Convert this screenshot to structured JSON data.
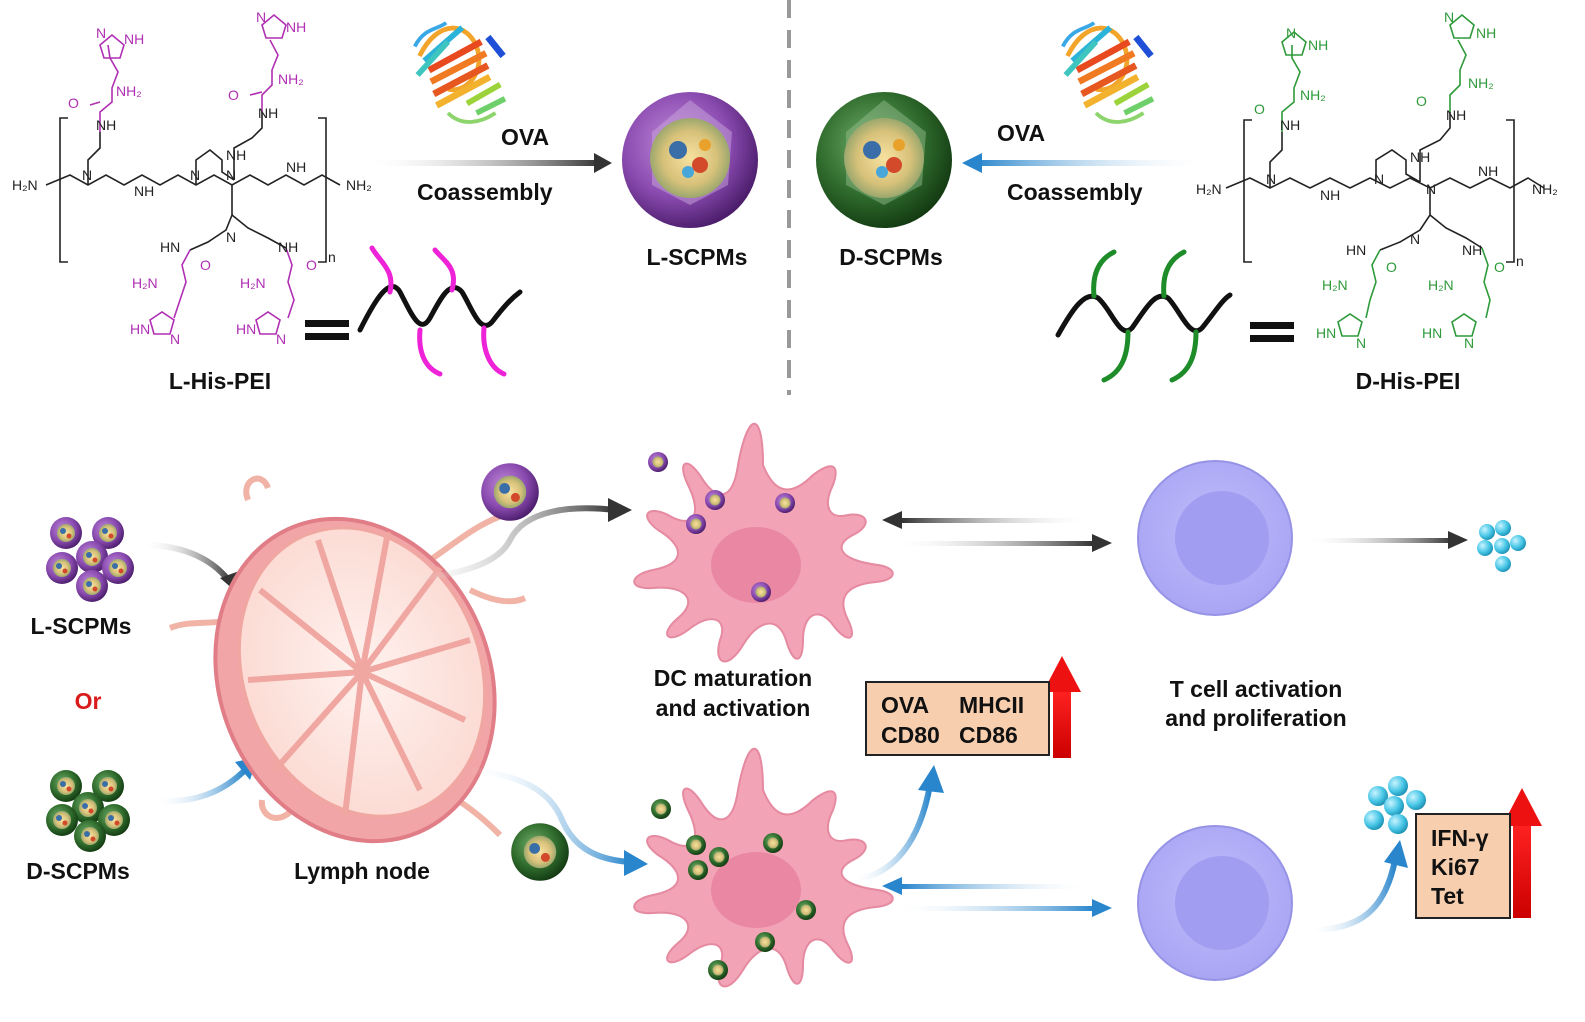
{
  "top_left": {
    "polymer_label": "L-His-PEI",
    "protein_label": "OVA",
    "process_label": "Coassembly",
    "product_label": "L-SCPMs",
    "color": "#b02fb3"
  },
  "top_right": {
    "polymer_label": "D-His-PEI",
    "protein_label": "OVA",
    "process_label": "Coassembly",
    "product_label": "D-SCPMs",
    "color": "#2e9a3a"
  },
  "chemistry": {
    "nh": "NH",
    "nh2": "NH₂",
    "h2n": "H₂N",
    "hn": "HN",
    "n": "N",
    "h": "H",
    "o": "O",
    "n_sub": "n"
  },
  "bottom": {
    "input_l_label": "L-SCPMs",
    "or_label": "Or",
    "input_d_label": "D-SCPMs",
    "lymph_node_label": "Lymph node",
    "dc_label_line1": "DC maturation",
    "dc_label_line2": "and activation",
    "t_label_line1": "T cell activation",
    "t_label_line2": "and proliferation",
    "dc_markers": [
      "OVA",
      "MHCII",
      "CD80",
      "CD86"
    ],
    "t_markers": [
      "IFN-γ",
      "Ki67",
      "Tet"
    ]
  },
  "colors": {
    "l_accent": "#ee22d6",
    "d_accent": "#1f8c2a",
    "blue_arrow": "#2a86cc",
    "dark_arrow": "#333333",
    "marker_box": "#f8cfae",
    "up_arrow": "#ee1111",
    "dc_cell": "#f2a3b6",
    "t_cell": "#b3b0f5"
  },
  "icons": [
    "protein-ribbon-icon",
    "micelle-icon",
    "up-arrow-icon",
    "equals-icon"
  ]
}
